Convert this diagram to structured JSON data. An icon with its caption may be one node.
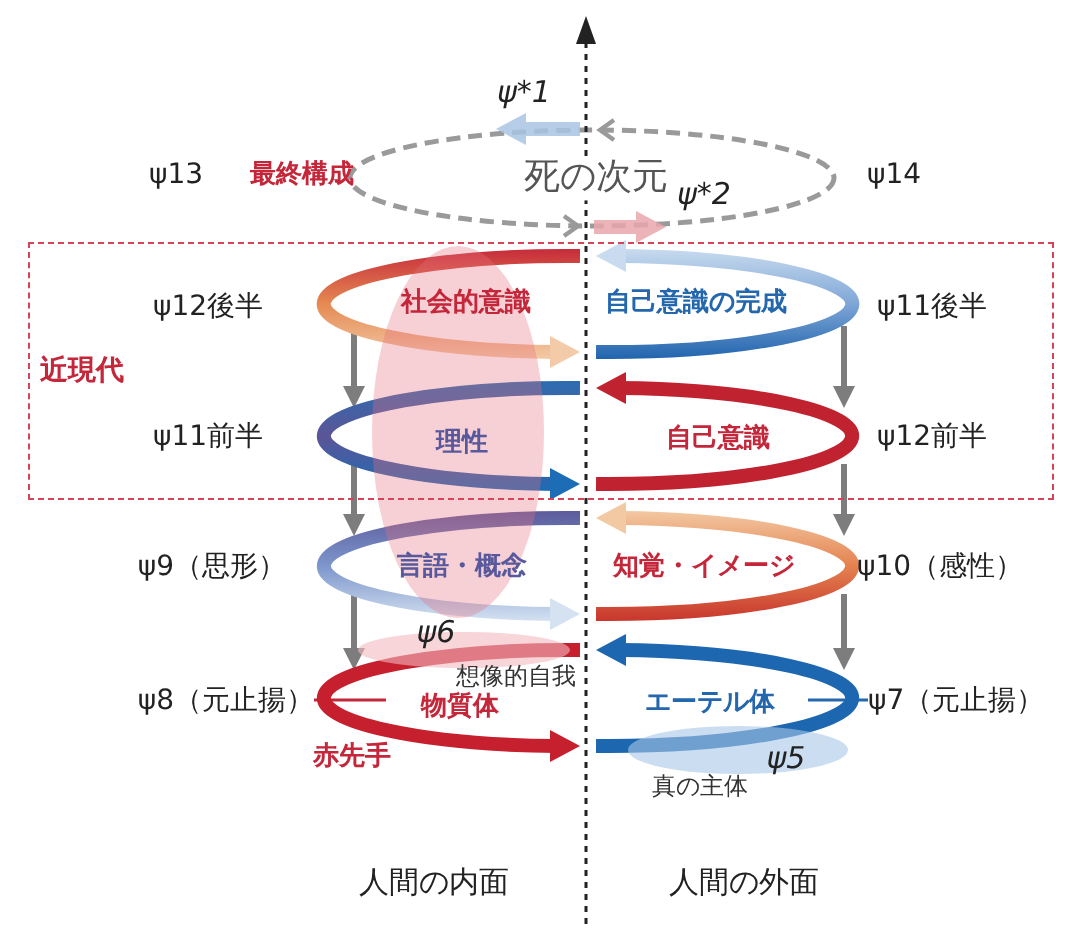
{
  "diagram": {
    "nodes": [
      {
        "text": [
          "近現代"
        ]
      },
      {
        "text": [
          "ψ8（元止揚）"
        ]
      },
      {
        "text": [
          "ψ7（元止揚）"
        ]
      }
    ],
    "edges": [
      {
        "from": 1,
        "to": null,
        "arrow": "none",
        "color": "#c4263a"
      },
      {
        "from": 2,
        "to": null,
        "arrow": "none",
        "color": "#2467ad"
      }
    ],
    "labels": [
      "ψ*1",
      "ψ13",
      "最終構成",
      "死の次元",
      "ψ14",
      "ψ*2",
      "ψ12後半",
      "社会的意識",
      "自己意識の完成",
      "ψ11後半",
      "ψ11前半",
      "理性",
      "自己意識",
      "ψ12前半",
      "ψ9（思形）",
      "言語・概念",
      "知覚・イメージ",
      "ψ10（感性）",
      "ψ6",
      "想像的自我",
      "物質体",
      "エーテル体",
      "赤先手",
      "ψ5",
      "真の主体",
      "人間の内面",
      "人間の外面"
    ]
  }
}
